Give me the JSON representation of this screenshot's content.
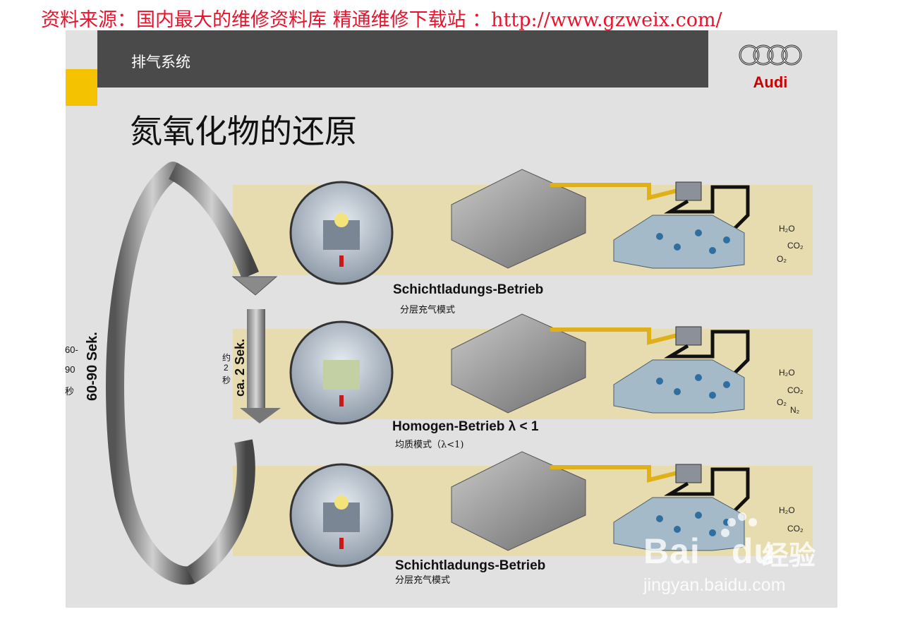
{
  "header": {
    "source_note": "资料来源：国内最大的维修资料库 精通维修下载站 ：http://www.gzweix.com/",
    "section_title": "排气系统",
    "page_title": "氮氧化物的还原",
    "brand": "Audi"
  },
  "cycle": {
    "outer_duration": "60-90 Sek.",
    "outer_duration_zh": [
      "60-",
      "90",
      "秒"
    ],
    "inner_duration": "ca. 2 Sek.",
    "inner_duration_zh": [
      "约",
      "2",
      "秒"
    ]
  },
  "modes": [
    {
      "label_de": "Schichtladungs-Betrieb",
      "label_zh": "分层充气模式",
      "outputs": [
        "H₂O",
        "CO₂",
        "O₂"
      ]
    },
    {
      "label_de": "Homogen-Betrieb λ < 1",
      "label_zh": "均质模式（λ<1)",
      "outputs": [
        "H₂O",
        "CO₂",
        "O₂",
        "N₂"
      ]
    },
    {
      "label_de": "Schichtladungs-Betrieb",
      "label_zh": "分层充气模式",
      "outputs": [
        "H₂O",
        "CO₂"
      ]
    }
  ],
  "watermark": {
    "brand": "Bai",
    "brand_mark": "du",
    "suffix": "经验",
    "url": "jingyan.baidu.com"
  },
  "colors": {
    "source_red": "#e8132c",
    "band_gray": "#4a4a4a",
    "accent_yellow": "#f5c200",
    "audi_red": "#cc0000",
    "strip_yellow": "#e6dcaf"
  }
}
